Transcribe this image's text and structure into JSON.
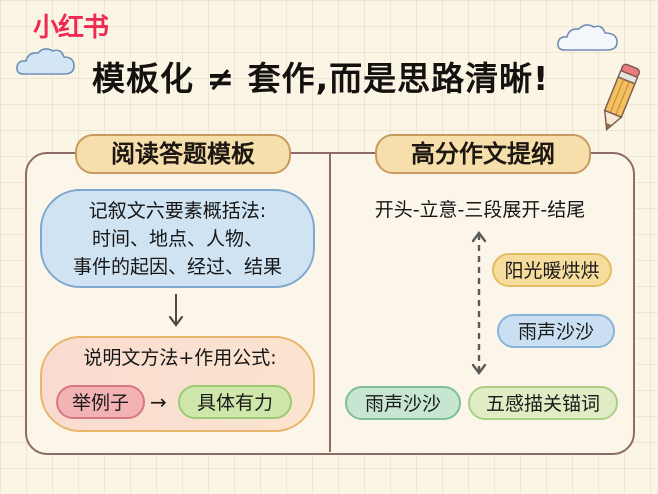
{
  "brand": {
    "logo_text": "小红书",
    "color": "#ee2a50"
  },
  "header": {
    "title": "模板化 ≠ 套作,而是思路清晰!"
  },
  "decorations": {
    "clouds": [
      "cloud-left",
      "cloud-right"
    ],
    "pencil": "pencil-icon"
  },
  "left_panel": {
    "tag": "阅读答题模板",
    "narrative_box": {
      "lines": [
        "记叙文六要素概括法:",
        "时间、地点、人物、",
        "事件的起因、经过、结果"
      ]
    },
    "arrow": "down-arrow",
    "expository_box": {
      "title": "说明文方法+作用公式:",
      "method": "举例子",
      "arrow": "→",
      "effect": "具体有力"
    }
  },
  "right_panel": {
    "tag": "高分作文提纲",
    "outline": "开头-立意-三段展开-结尾",
    "chips": [
      {
        "label": "阳光暖烘烘",
        "color": "#f6dc9d"
      },
      {
        "label": "雨声沙沙",
        "color": "#cae0f2"
      },
      {
        "label": "雨声沙沙",
        "color": "#c7e6d1"
      },
      {
        "label": "五感描关锚词",
        "color": "#e0ecc3"
      }
    ]
  },
  "colors": {
    "background": "#fbf5e6",
    "frame_border": "#8e6b64",
    "tag_fill": "#f7dfac",
    "blue_box": "#cfe3f3",
    "orange_box": "#f9dccf"
  }
}
